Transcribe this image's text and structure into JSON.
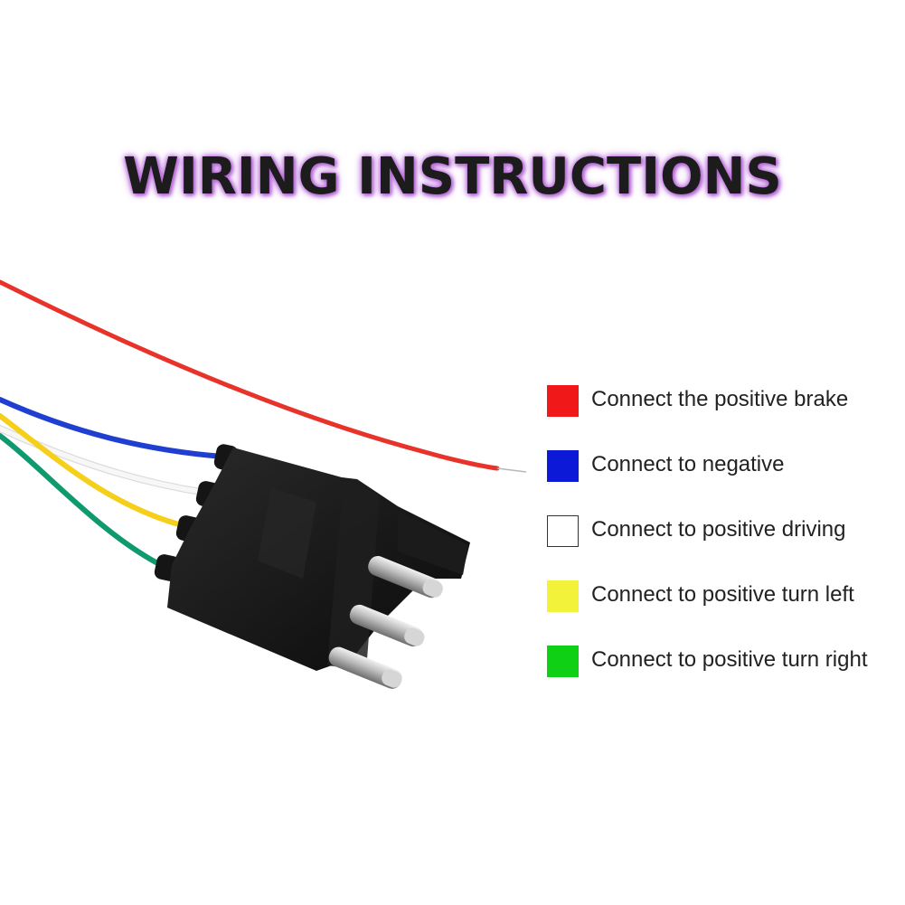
{
  "headline": "WIRING INSTRUCTIONS",
  "colors": {
    "headline_glow": "#b35cd6",
    "connector": "#141414",
    "pins": "#c9c9c9"
  },
  "wires": [
    {
      "color_name": "red",
      "hex": "#e8332b"
    },
    {
      "color_name": "blue",
      "hex": "#1f3fd1"
    },
    {
      "color_name": "white",
      "hex": "#f4f4f4"
    },
    {
      "color_name": "yellow",
      "hex": "#f5cf1a"
    },
    {
      "color_name": "green",
      "hex": "#0e9a6e"
    }
  ],
  "legend": [
    {
      "swatch": "#f01818",
      "label": "Connect the positive brake"
    },
    {
      "swatch": "#0c1ad8",
      "label": "Connect to negative"
    },
    {
      "swatch": "#ffffff",
      "label": "Connect to positive driving"
    },
    {
      "swatch": "#f2f23a",
      "label": "Connect to positive turn left"
    },
    {
      "swatch": "#10d016",
      "label": "Connect to positive turn right"
    }
  ]
}
